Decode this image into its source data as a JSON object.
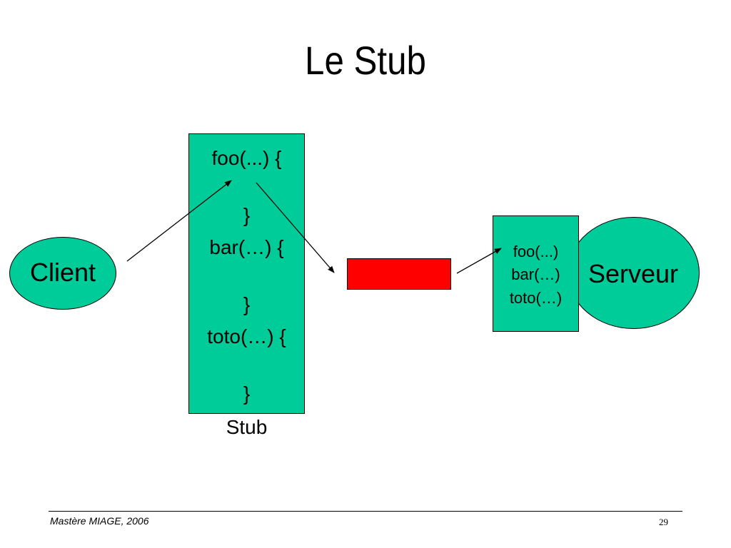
{
  "slide": {
    "title": "Le Stub"
  },
  "client": {
    "label": "Client"
  },
  "server": {
    "label": "Serveur",
    "methods": [
      "foo(...)",
      "bar(…)",
      "toto(…)"
    ]
  },
  "stub": {
    "lines": [
      "foo(...) {",
      "}",
      "bar(…) {",
      "}",
      "toto(…) {",
      "}"
    ],
    "caption": "Stub"
  },
  "colors": {
    "box_fill": "#00cc99",
    "channel_fill": "#ff0000"
  },
  "footer": {
    "left": "Mastère MIAGE, 2006",
    "page_number": "29"
  }
}
